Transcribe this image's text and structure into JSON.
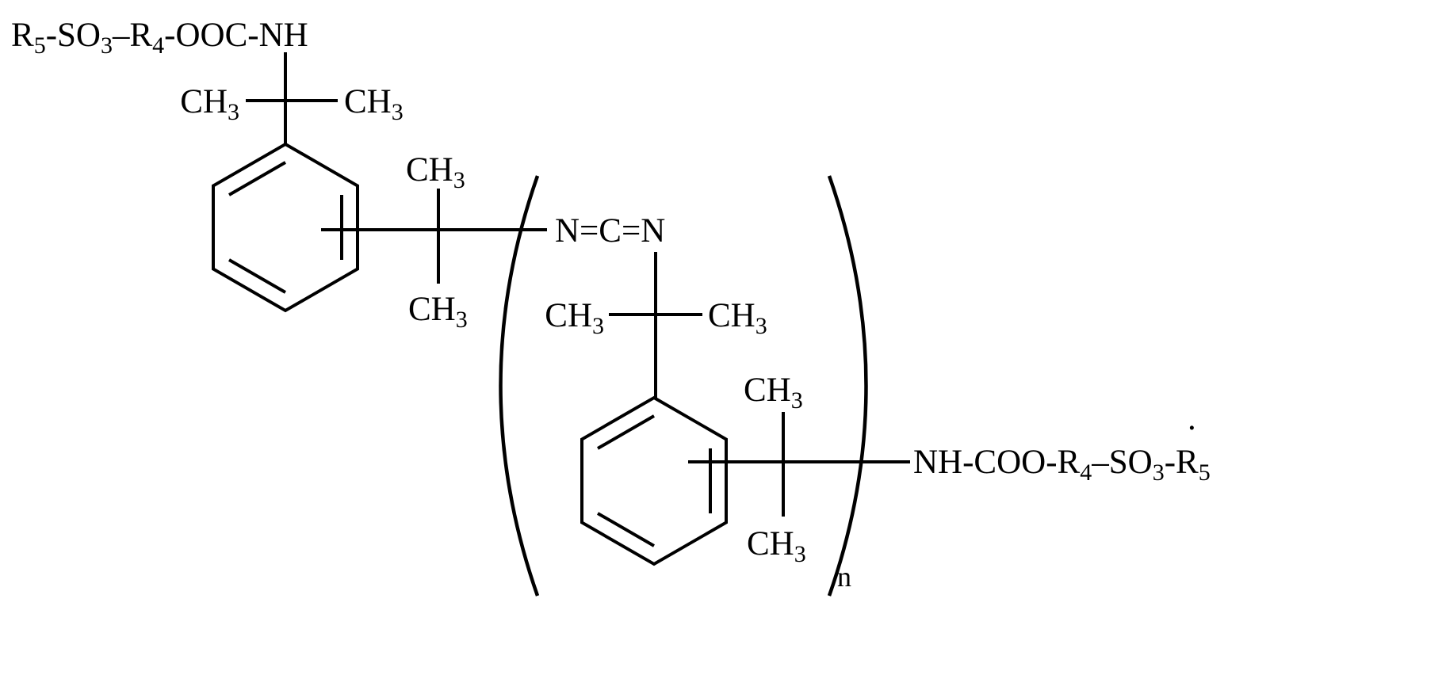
{
  "figure": {
    "labels": {
      "end_group_left": {
        "p1": "R",
        "s1": "5",
        "p2": "-SO",
        "s2": "3",
        "p3": "–R",
        "s3": "4",
        "p4": "-OOC-NH"
      },
      "end_group_right": {
        "p1": "NH-COO-R",
        "s1": "4",
        "p2": "–SO",
        "s2": "3",
        "p3": "-R",
        "s3": "5"
      },
      "methyl": {
        "base": "CH",
        "sub": "3"
      },
      "carbodiimide": "N=C=N",
      "repeat_subscript": "n",
      "period": "."
    }
  }
}
